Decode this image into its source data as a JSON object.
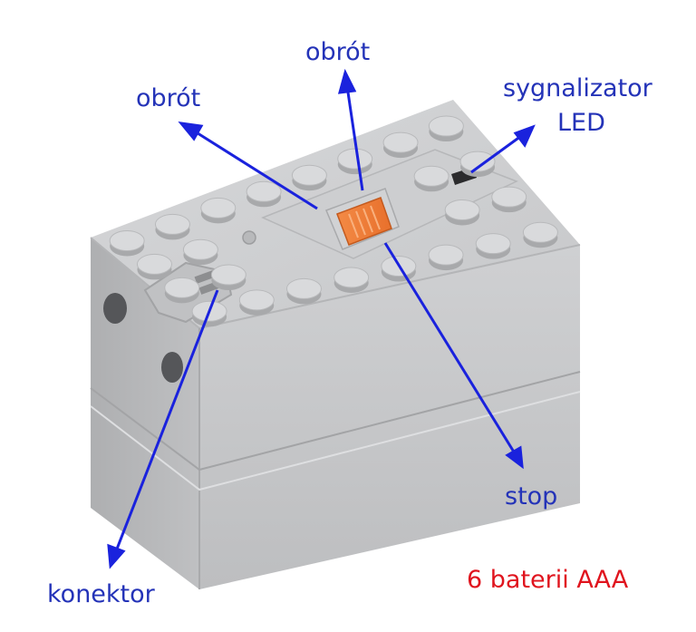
{
  "colors": {
    "label_blue": "#2433b8",
    "label_red": "#e0141e",
    "arrow_blue": "#1a22dd",
    "brick_gray": "#c3c4c6",
    "switch_orange": "#f07f3a"
  },
  "labels": {
    "rotate_left": "obrót",
    "rotate_right": "obrót",
    "led_line1": "sygnalizator",
    "led_line2": "LED",
    "stop": "stop",
    "connector": "konektor",
    "batteries": "6 baterii AAA"
  }
}
